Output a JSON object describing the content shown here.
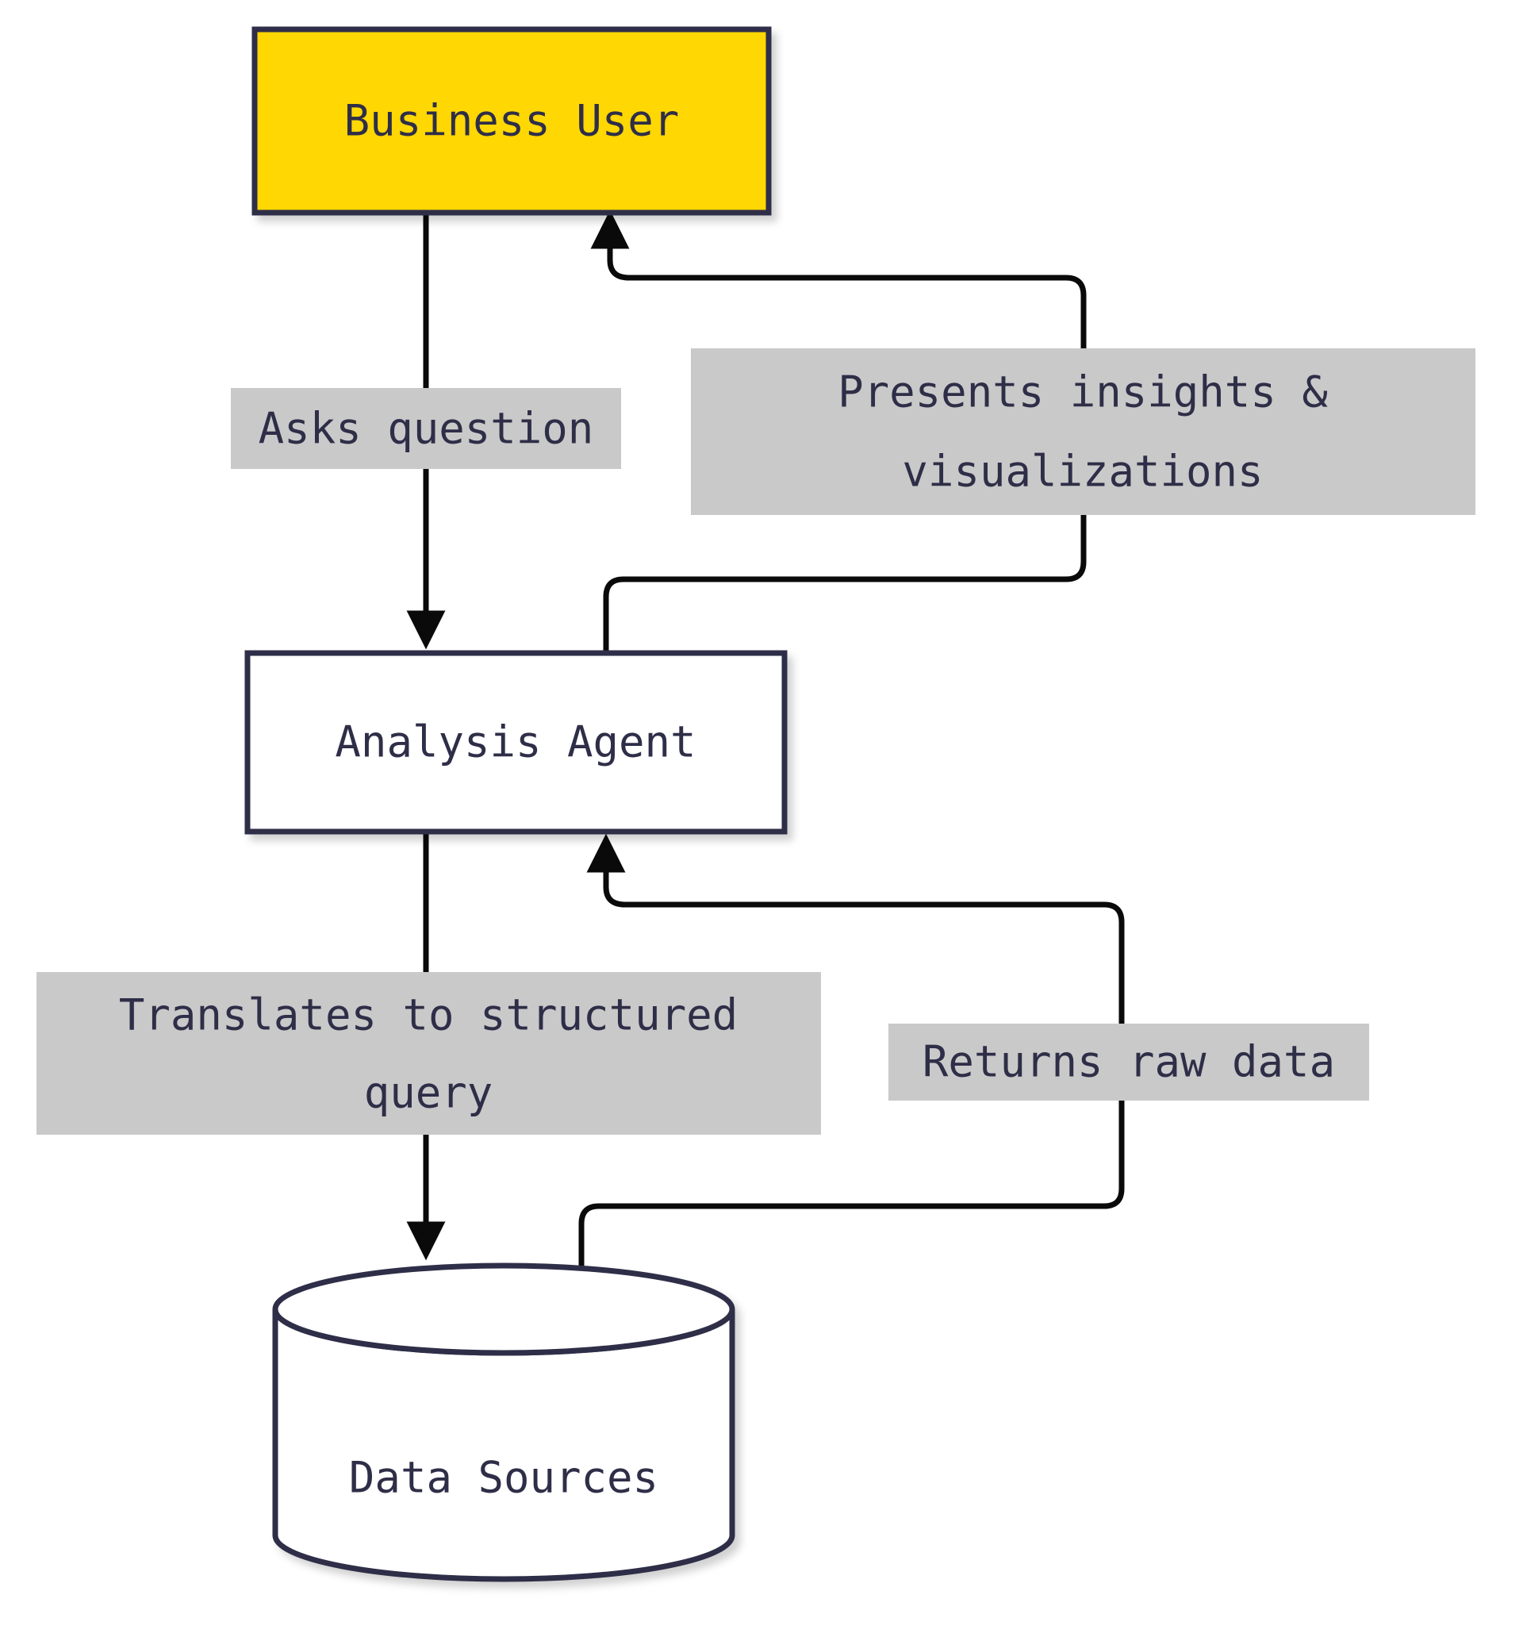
{
  "colors": {
    "background": "#ffffff",
    "text": "#2e2e48",
    "node_border": "#2e2e48",
    "business_user_fill": "#ffd703",
    "agent_fill": "#ffffff",
    "datasource_fill": "#ffffff",
    "edge": "#0a0a0a",
    "label_bg": "#c9c9c9"
  },
  "nodes": {
    "business_user": {
      "label": "Business User"
    },
    "analysis_agent": {
      "label": "Analysis Agent"
    },
    "data_sources": {
      "label": "Data Sources"
    }
  },
  "edges": {
    "asks_question": {
      "lines": [
        "Asks question"
      ]
    },
    "presents_insights": {
      "lines": [
        "Presents insights &",
        "visualizations"
      ]
    },
    "translates_query": {
      "lines": [
        "Translates to structured",
        "query"
      ]
    },
    "returns_raw_data": {
      "lines": [
        "Returns raw data"
      ]
    }
  }
}
